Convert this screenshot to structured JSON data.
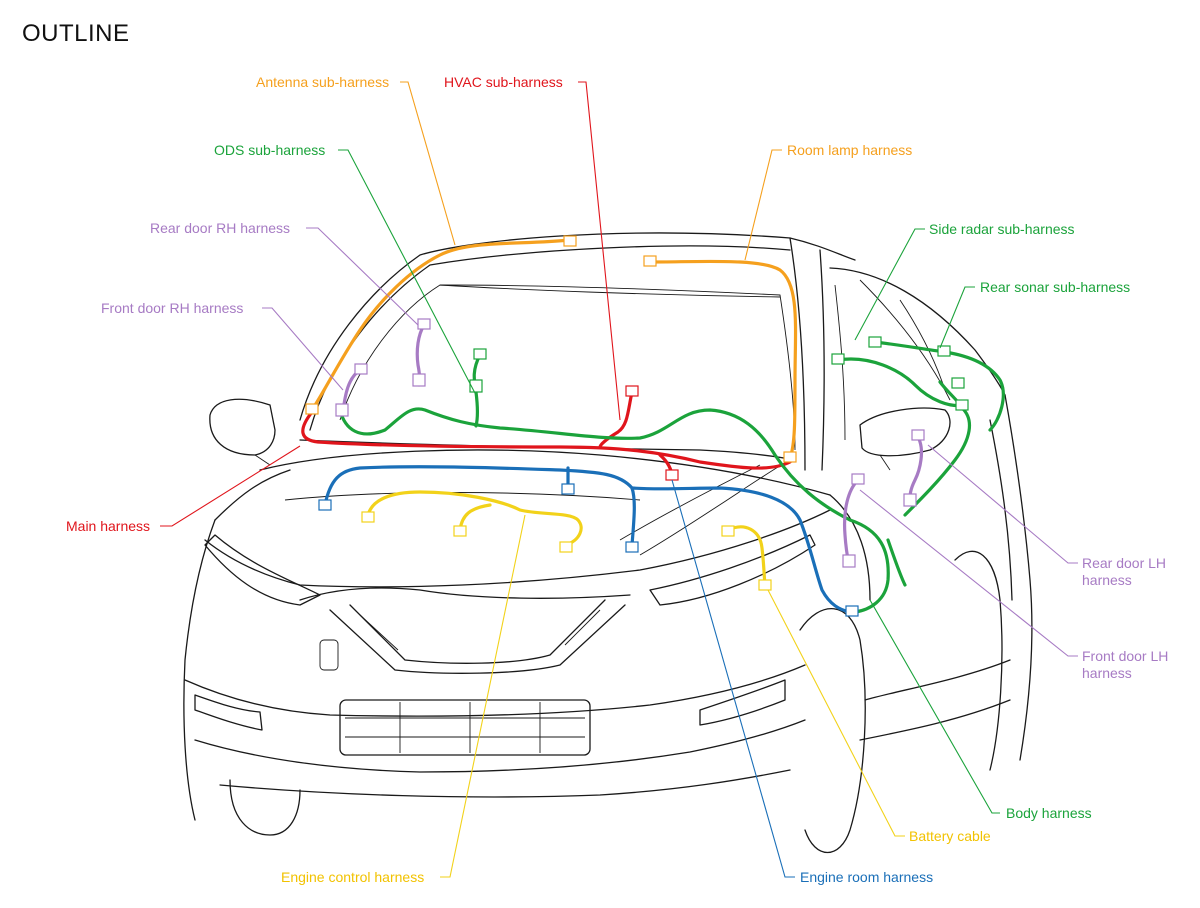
{
  "title": "OUTLINE",
  "colors": {
    "main": "#e0151c",
    "orange": "#f5a01e",
    "green": "#1ba33b",
    "purple": "#a77bc4",
    "blue": "#1a6fb8",
    "yellow": "#f2d21a",
    "line": "#1a1a1a"
  },
  "labels": {
    "antenna": "Antenna sub-harness",
    "hvac": "HVAC sub-harness",
    "ods": "ODS sub-harness",
    "room_lamp": "Room lamp harness",
    "rear_door_rh": "Rear door RH harness",
    "side_radar": "Side radar sub-harness",
    "rear_sonar": "Rear sonar sub-harness",
    "front_door_rh": "Front door RH harness",
    "main": "Main harness",
    "rear_door_lh_1": "Rear door LH",
    "rear_door_lh_2": "harness",
    "front_door_lh_1": "Front door LH",
    "front_door_lh_2": "harness",
    "body": "Body harness",
    "battery": "Battery cable",
    "engine_control": "Engine control harness",
    "engine_room": "Engine room harness"
  }
}
